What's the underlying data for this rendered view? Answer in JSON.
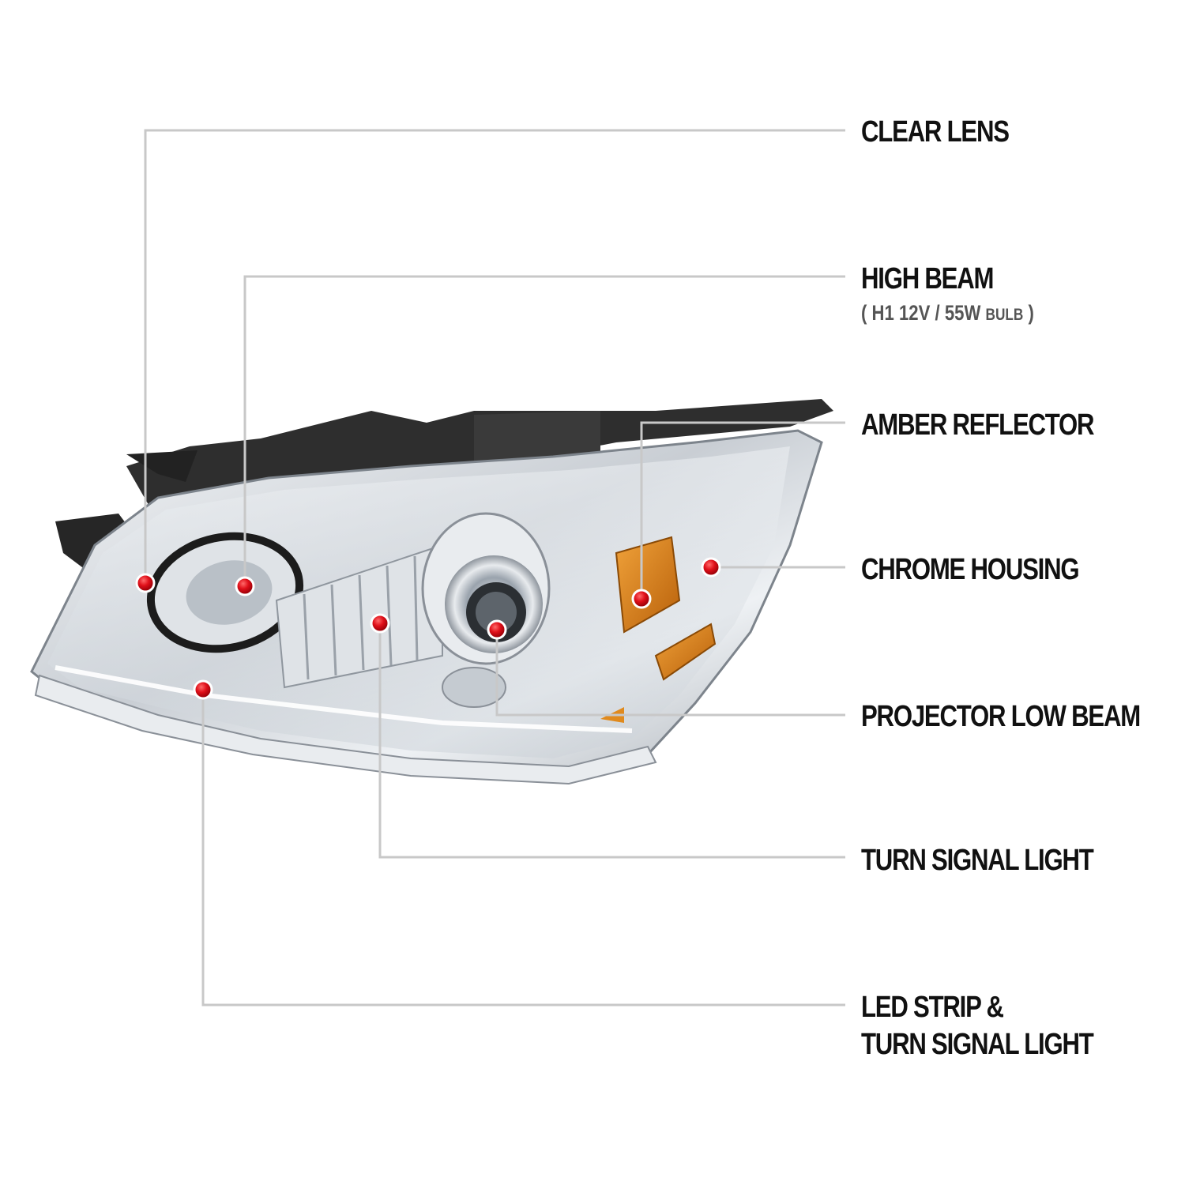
{
  "colors": {
    "leader_line": "#c8c8c8",
    "marker": "#e0101a",
    "text": "#111111",
    "chrome": "#d9dde2",
    "housing_black": "#2a2a2a",
    "amber": "#d5780f"
  },
  "callouts": [
    {
      "id": "clear-lens",
      "lines": [
        "CLEAR LENS"
      ]
    },
    {
      "id": "high-beam",
      "lines": [
        "HIGH BEAM"
      ],
      "note": {
        "open": "(",
        "spec": "H1  12V / 55W",
        "bulb": "BULB",
        "close": ")"
      }
    },
    {
      "id": "amber-reflector",
      "lines": [
        "AMBER REFLECTOR"
      ]
    },
    {
      "id": "chrome-housing",
      "lines": [
        "CHROME HOUSING"
      ]
    },
    {
      "id": "projector-low-beam",
      "lines": [
        "PROJECTOR LOW BEAM"
      ]
    },
    {
      "id": "turn-signal-light",
      "lines": [
        "TURN SIGNAL LIGHT"
      ]
    },
    {
      "id": "led-strip",
      "lines": [
        "LED STRIP &",
        "TURN SIGNAL LIGHT"
      ]
    }
  ]
}
